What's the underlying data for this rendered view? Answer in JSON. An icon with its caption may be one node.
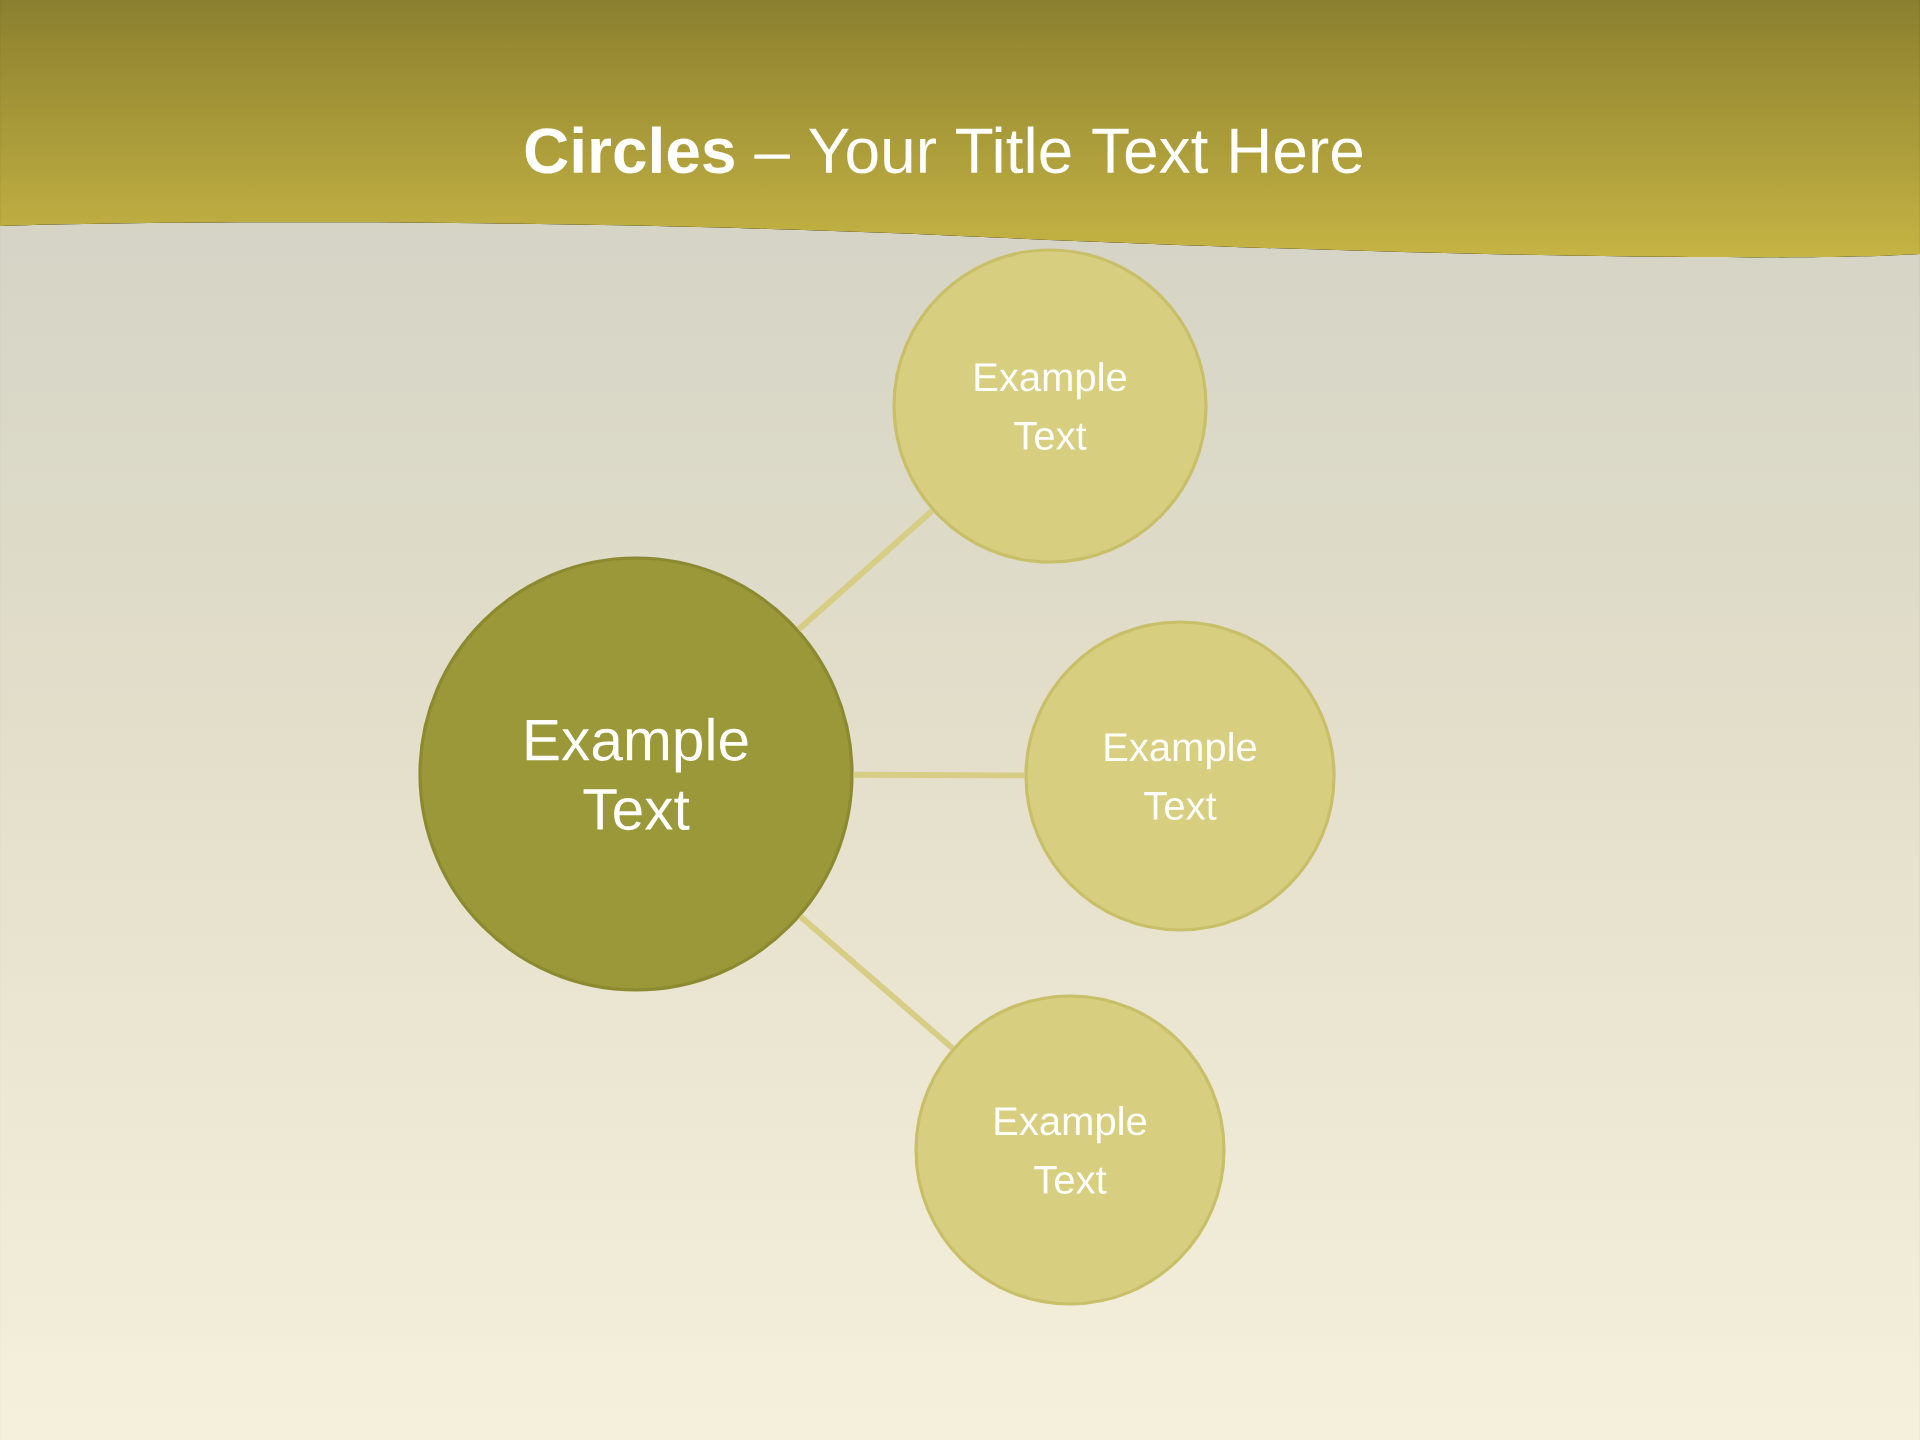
{
  "diagram": {
    "title": "**Circles** – Your Title Text Here",
    "nodes": [
      {
        "text": [
          "Example Text"
        ]
      },
      {
        "text": [
          "Example Text"
        ]
      },
      {
        "text": [
          "Example Text"
        ]
      },
      {
        "text": [
          "Example Text"
        ]
      }
    ],
    "edges": [
      {
        "from": 0,
        "to": 1,
        "arrow": "none"
      },
      {
        "from": 0,
        "to": 2,
        "arrow": "none"
      },
      {
        "from": 0,
        "to": 3,
        "arrow": "none"
      }
    ]
  }
}
